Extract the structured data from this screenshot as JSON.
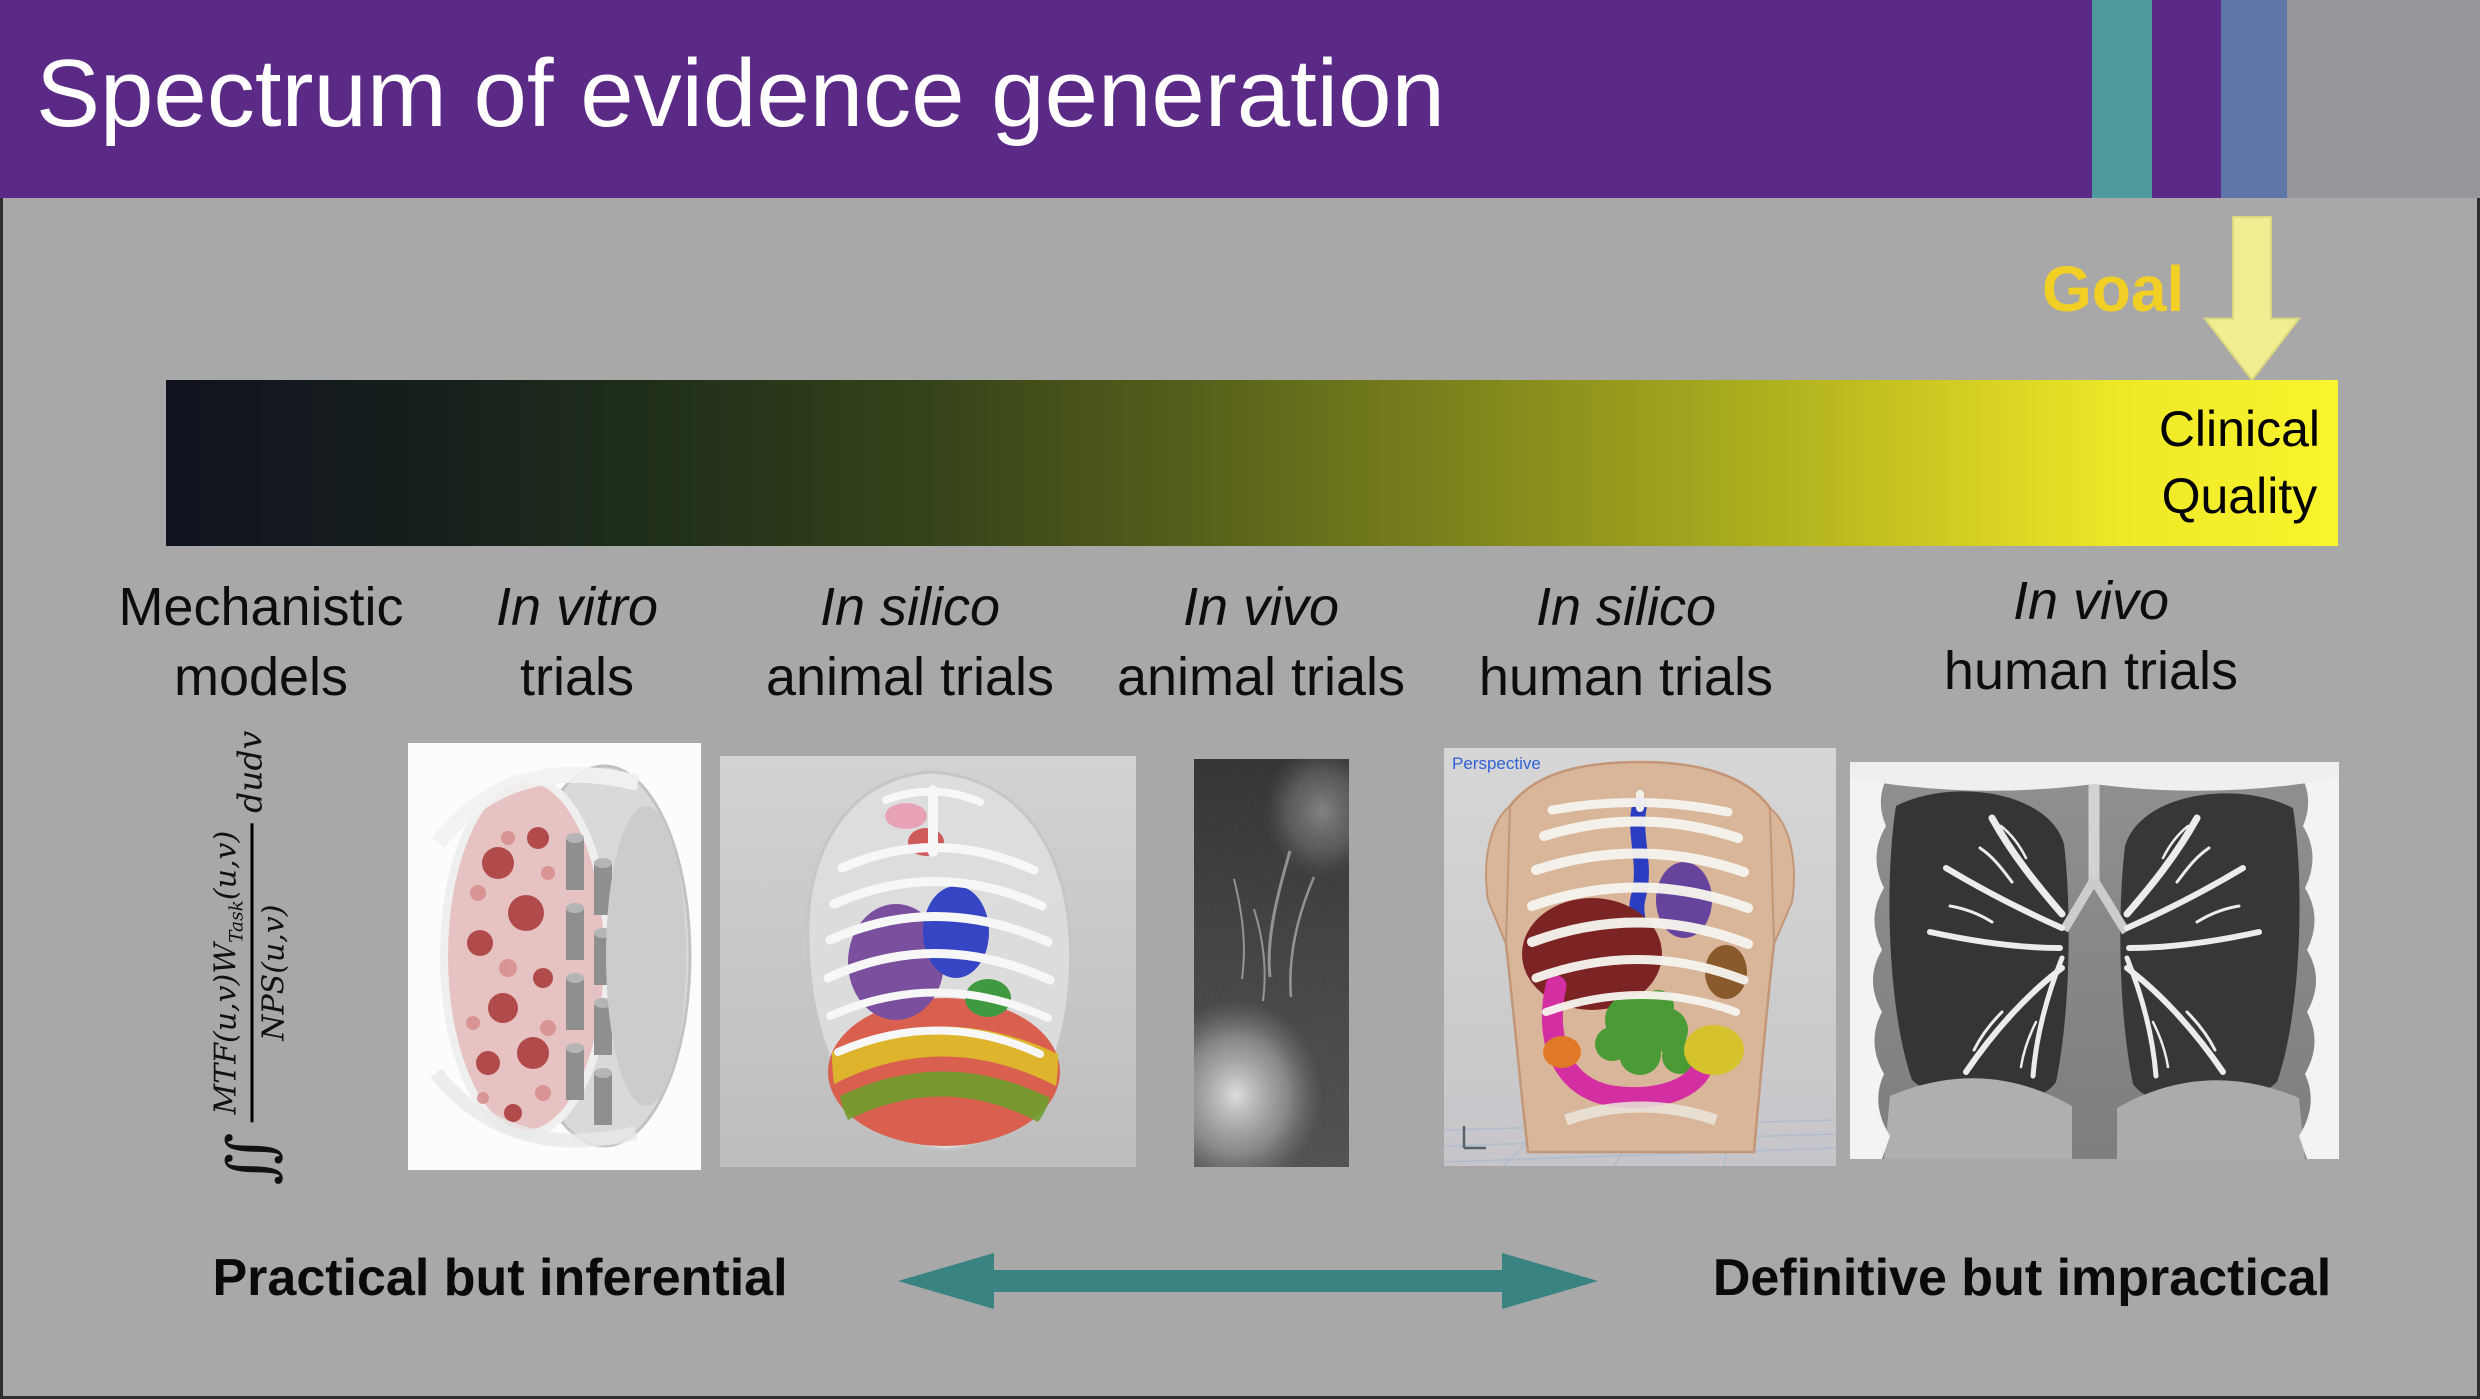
{
  "slide": {
    "title": "Spectrum of evidence generation",
    "goal": "Goal",
    "clinical_line1": "Clinical",
    "clinical_line2": "Quality",
    "bottom_left": "Practical but inferential",
    "bottom_right": "Definitive but impractical"
  },
  "categories": [
    {
      "line1": "Mechanistic",
      "line2": "models",
      "italic_first": false
    },
    {
      "line1": "In vitro",
      "line2": "trials",
      "italic_first": true
    },
    {
      "line1": "In silico",
      "line2": "animal trials",
      "italic_first": true
    },
    {
      "line1": "In vivo",
      "line2": "animal trials",
      "italic_first": true
    },
    {
      "line1": "In silico",
      "line2": "human trials",
      "italic_first": true
    },
    {
      "line1": "In vivo",
      "line2": "human trials",
      "italic_first": true
    }
  ],
  "formula": {
    "integral": "∬",
    "numerator_pre": "MTF(u,v)W",
    "numerator_sub": "Task",
    "numerator_post": "(u,v)",
    "denominator": "NPS(u,v)",
    "differential": "dudv"
  },
  "panels": {
    "human_phantom_corner_label": "Perspective"
  },
  "colors": {
    "header_purple": "#5b2a86",
    "stripe_teal": "#4e9a9c",
    "stripe_slate": "#5f76a8",
    "background_gray": "#a8a8a8",
    "goal_yellow": "#f2cf25",
    "goal_arrow_yellow": "#f1ee92",
    "double_arrow_teal": "#3a8383",
    "gradient_left": "#10131f",
    "gradient_right": "#faf42e"
  }
}
